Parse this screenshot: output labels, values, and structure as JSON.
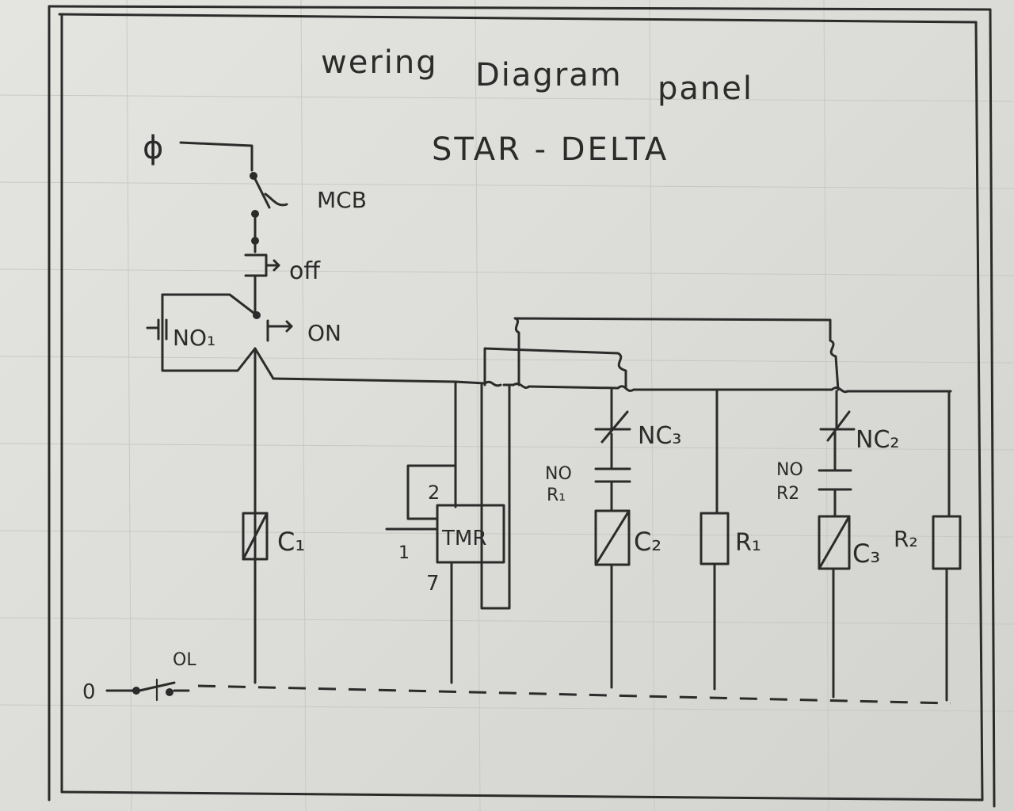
{
  "title": {
    "word1": "wering",
    "word2": "Diagram",
    "word3": "panel",
    "subtitle": "STAR  - DELTA"
  },
  "labels": {
    "phase": "ϕ",
    "mcb": "MCB",
    "off": "off",
    "on": "ON",
    "no1": "NO₁",
    "c1": "C₁",
    "tmr": "TMR",
    "tmr_pin2": "2",
    "tmr_pin1": "1",
    "tmr_pin7": "7",
    "nc3": "NC₃",
    "no_r1_top": "NO",
    "no_r1_bot": "R₁",
    "c2": "C₂",
    "r1": "R₁",
    "nc2": "NC₂",
    "no_r2_top": "NO",
    "no_r2_bot": "R2",
    "c3": "C₃",
    "r2": "R₂",
    "neutral": "0",
    "ol": "OL"
  }
}
